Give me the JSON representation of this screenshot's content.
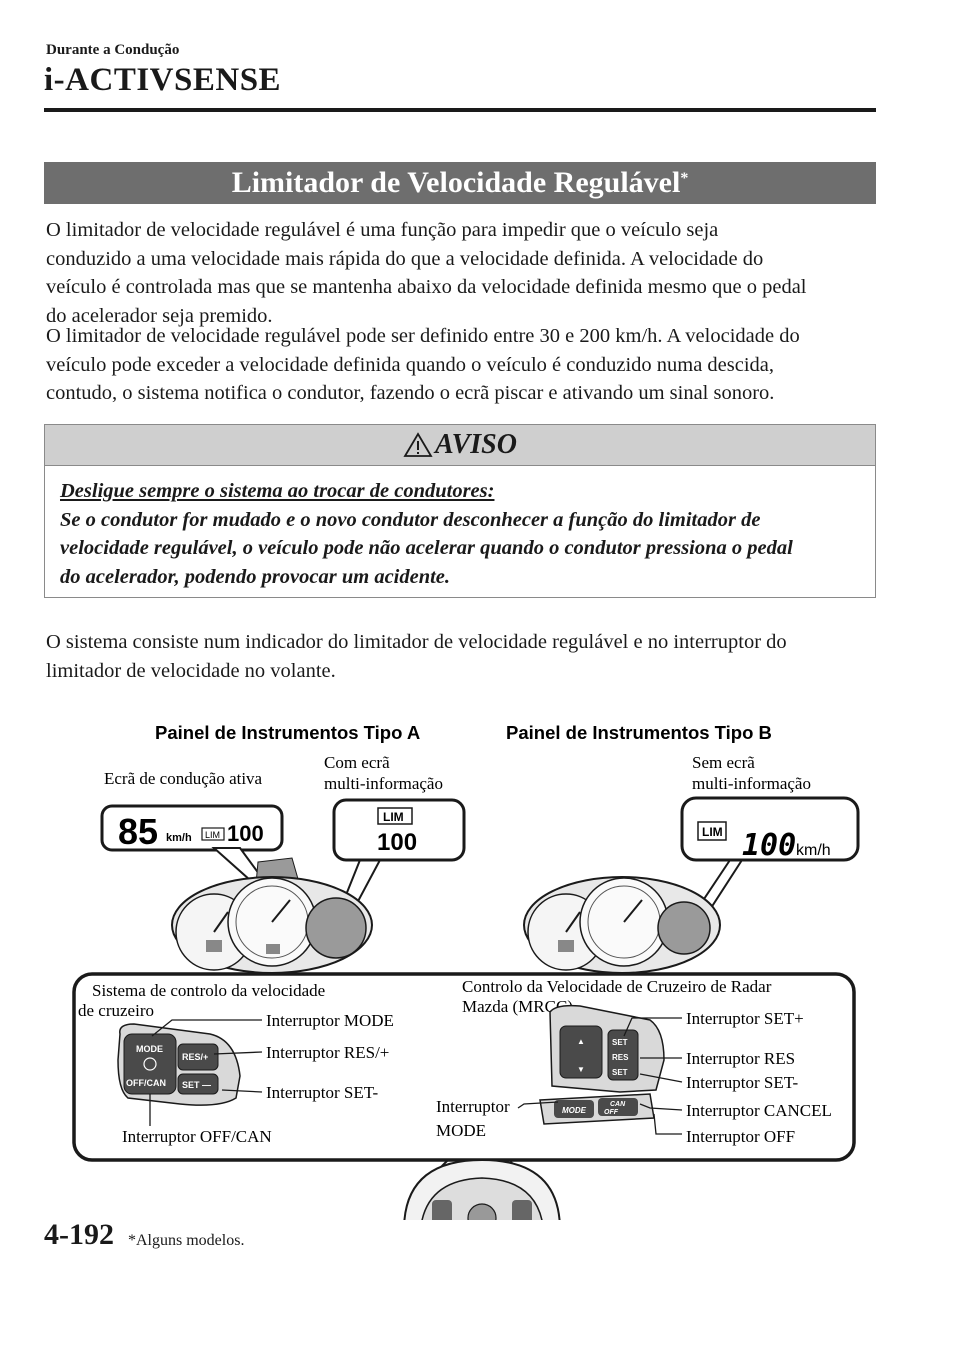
{
  "header": {
    "section": "Durante a Condução",
    "chapter": "i-ACTIVSENSE"
  },
  "banner": {
    "title": "Limitador de Velocidade Regulável",
    "mark": "*"
  },
  "intro": {
    "p1_lines": [
      "O limitador de velocidade regulável é uma função para impedir que o veículo seja",
      "conduzido a uma velocidade mais rápida do que a velocidade definida. A velocidade do",
      "veículo é controlada mas que se mantenha abaixo da velocidade definida mesmo que o pedal",
      "do acelerador seja premido."
    ],
    "p2_lines": [
      "O limitador de velocidade regulável pode ser definido entre 30 e 200 km/h. A velocidade do",
      "veículo pode exceder a velocidade definida quando o veículo é conduzido numa descida,",
      "contudo, o sistema notifica o condutor, fazendo o ecrã piscar e ativando um sinal sonoro."
    ]
  },
  "warning": {
    "title": "AVISO",
    "heading": "Desligue sempre o sistema ao trocar de condutores:",
    "lines": [
      "Se o condutor for mudado e o novo condutor desconhecer a função do limitador de",
      "velocidade regulável, o veículo pode não acelerar quando o condutor pressiona o pedal",
      "do acelerador, podendo provocar um acidente."
    ]
  },
  "system": {
    "lines": [
      "O sistema consiste num indicador do limitador de velocidade regulável e no interruptor do",
      "limitador de velocidade no volante."
    ]
  },
  "figure": {
    "panel_a_title": "Painel de Instrumentos Tipo A",
    "panel_b_title": "Painel de Instrumentos Tipo B",
    "active_display": "Ecrã de condução ativa",
    "with_screen_1": "Com ecrã",
    "with_screen_2": "multi-informação",
    "without_screen_1": "Sem ecrã",
    "without_screen_2": "multi-informação",
    "speed_a": "85",
    "unit_kmh": "km/h",
    "lim": "LIM",
    "set_speed": "100",
    "cruise_label_1": "Sistema de controlo da velocidade",
    "cruise_label_2": "de cruzeiro",
    "mrcc_label_1": "Controlo da Velocidade de Cruzeiro de Radar",
    "mrcc_label_2": "Mazda (MRCC)",
    "left_switches": {
      "mode": "Interruptor MODE",
      "res_plus": "Interruptor RES/+",
      "set_minus": "Interruptor SET-",
      "off_can": "Interruptor OFF/CAN"
    },
    "right_switches": {
      "set_plus": "Interruptor SET+",
      "res": "Interruptor RES",
      "set_minus": "Interruptor SET-",
      "cancel": "Interruptor CANCEL",
      "off": "Interruptor OFF",
      "mode_1": "Interruptor",
      "mode_2": "MODE"
    },
    "button_text": {
      "mode": "MODE",
      "res_plus": "RES/+",
      "off_can": "OFF/CAN",
      "set_minus": "SET —",
      "set": "SET",
      "res": "RES",
      "can": "CAN",
      "off": "OFF"
    }
  },
  "footer": {
    "page": "4-192",
    "note": "*Alguns modelos."
  }
}
